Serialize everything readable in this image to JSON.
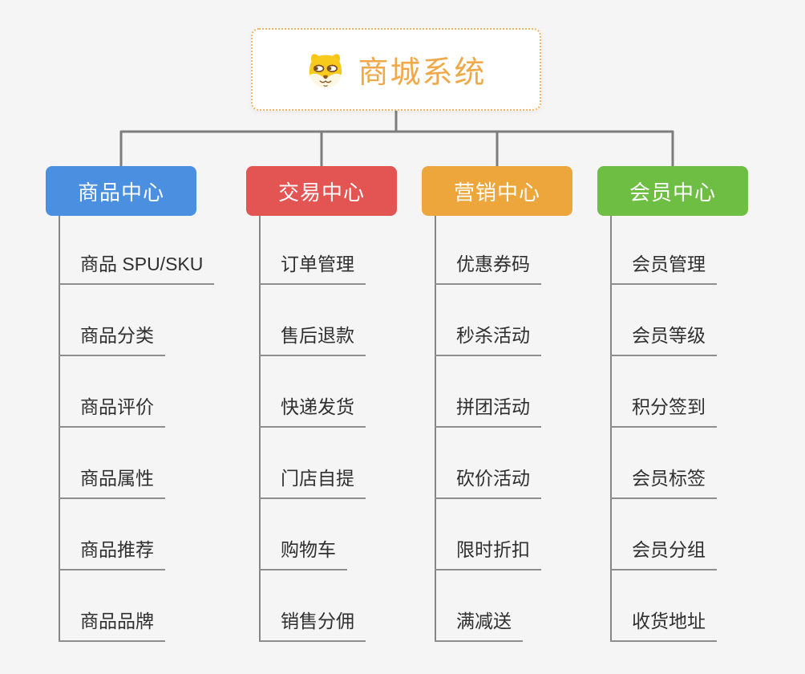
{
  "root": {
    "title": "商城系统",
    "icon": "dog-face-icon"
  },
  "branches": [
    {
      "label": "商品中心",
      "color": "#4a8fe0",
      "children": [
        "商品 SPU/SKU",
        "商品分类",
        "商品评价",
        "商品属性",
        "商品推荐",
        "商品品牌"
      ]
    },
    {
      "label": "交易中心",
      "color": "#e25553",
      "children": [
        "订单管理",
        "售后退款",
        "快递发货",
        "门店自提",
        "购物车",
        "销售分佣"
      ]
    },
    {
      "label": "营销中心",
      "color": "#eda63b",
      "children": [
        "优惠券码",
        "秒杀活动",
        "拼团活动",
        "砍价活动",
        "限时折扣",
        "满减送"
      ]
    },
    {
      "label": "会员中心",
      "color": "#6ebe44",
      "children": [
        "会员管理",
        "会员等级",
        "积分签到",
        "会员标签",
        "会员分组",
        "收货地址"
      ]
    }
  ],
  "colors": {
    "background": "#f5f5f5",
    "connector": "#7d7d7d",
    "leaf_underline": "#8e8e8e",
    "leaf_text": "#2f2f2f",
    "root_border": "#f0b763",
    "title_text": "#f0a848"
  }
}
